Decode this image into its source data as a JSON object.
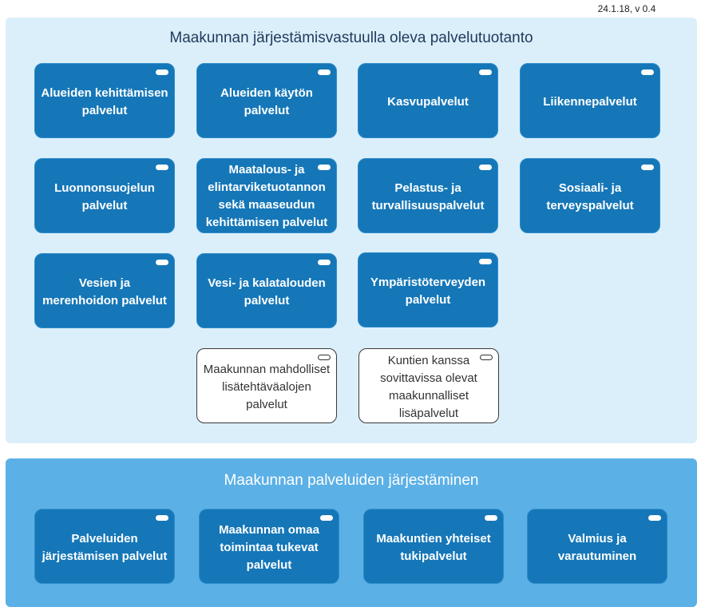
{
  "version_label": "24.1.18, v 0.4",
  "top_panel": {
    "title": "Maakunnan järjestämisvastuulla oleva palvelutuotanto",
    "services": [
      "Alueiden kehittämisen palvelut",
      "Alueiden käytön palvelut",
      "Kasvupalvelut",
      "Liikennepalvelut",
      "Luonnonsuojelun palvelut",
      "Maatalous- ja elintarviketuotannon sekä maaseudun kehittämisen palvelut",
      "Pelastus- ja turvallisuuspalvelut",
      "Sosiaali- ja terveyspalvelut",
      "Vesien ja merenhoidon palvelut",
      "Vesi- ja kalatalouden palvelut",
      "Ympäristöterveyden palvelut"
    ],
    "optional_services": [
      "Maakunnan mahdolliset lisätehtäväalojen palvelut",
      "Kuntien kanssa sovittavissa olevat maakunnalliset lisäpalvelut"
    ]
  },
  "bottom_panel": {
    "title": "Maakunnan palveluiden järjestäminen",
    "services": [
      "Palveluiden järjestämisen palvelut",
      "Maakunnan omaa toimintaa tukevat palvelut",
      "Maakuntien yhteiset tukipalvelut",
      "Valmius ja varautuminen"
    ]
  },
  "colors": {
    "top_panel_bg": "#dbeffb",
    "bottom_panel_bg": "#5bb0e6",
    "service_fill": "#1577b8",
    "optional_fill": "#ffffff"
  }
}
